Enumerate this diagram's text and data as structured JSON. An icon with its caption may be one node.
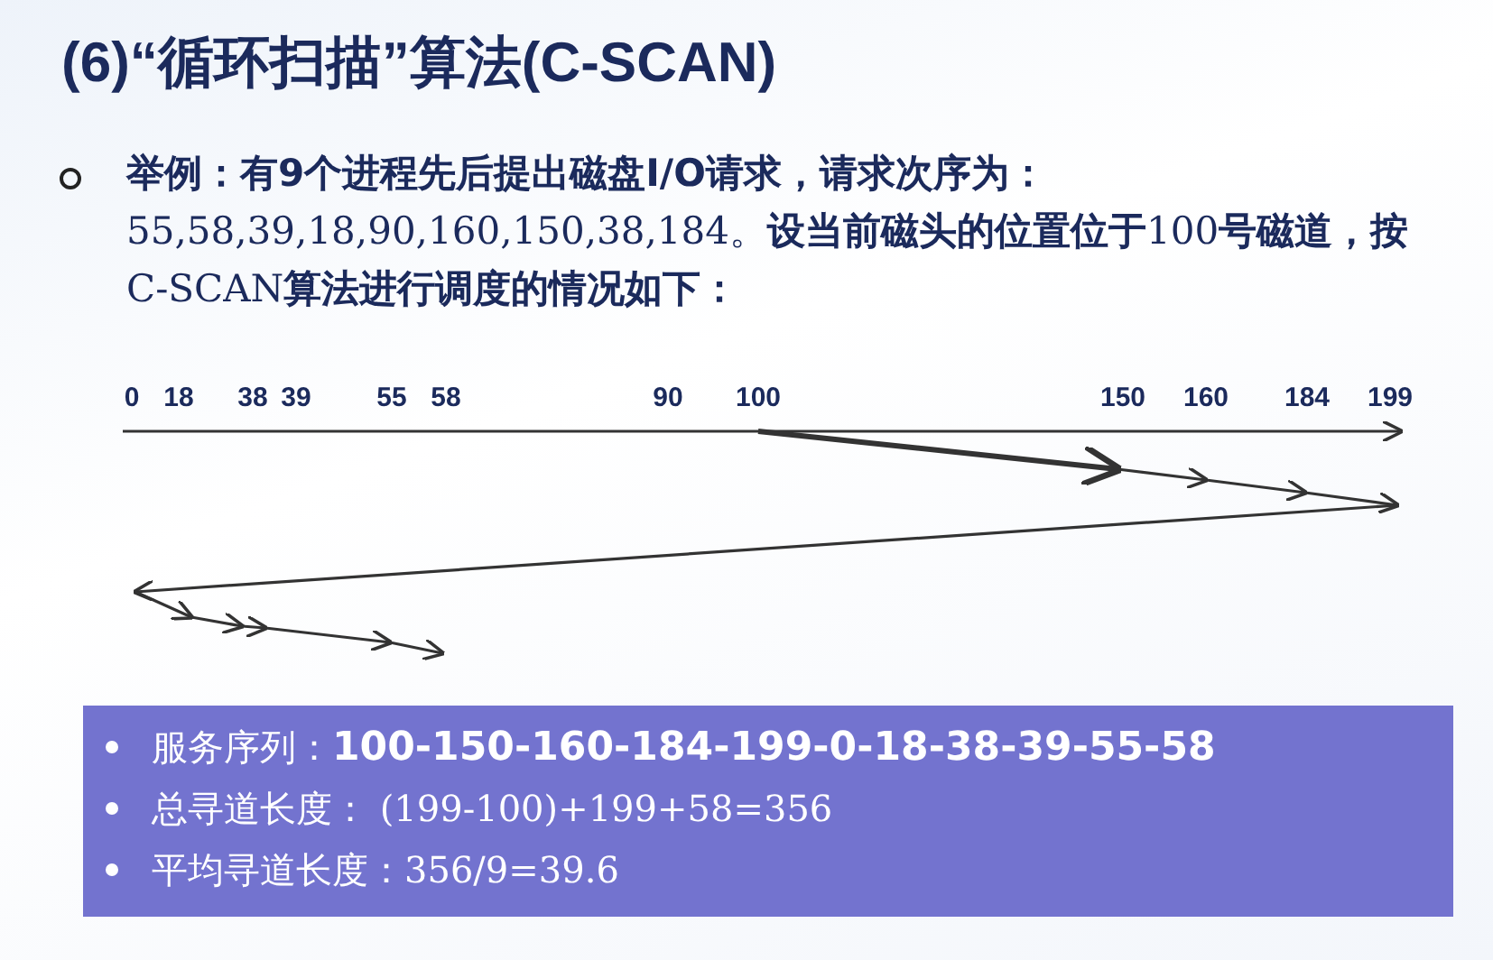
{
  "diagram": {
    "title": "(6)“循环扫描”算法(C-SCAN)",
    "nodes": [
      {
        "text": [
          "服务序列：**100-150-160-184-199-0-18-38-39-55-58**",
          "总寻道长度： (199-100)+199+58=356",
          "平均寻道长度：356/9=39.6"
        ]
      }
    ],
    "labels": [
      "**举例：有9个进程先后提出磁盘I/O请求，请求次序为：**55,58,39,18,90,160,150,38,184。**设当前磁头的位置位于**100**号磁道，按**C-SCAN**算法进行调度的情况如下：**",
      "0",
      "18",
      "38",
      "39",
      "55",
      "58",
      "90",
      "100",
      "150",
      "160",
      "184",
      "199"
    ]
  }
}
